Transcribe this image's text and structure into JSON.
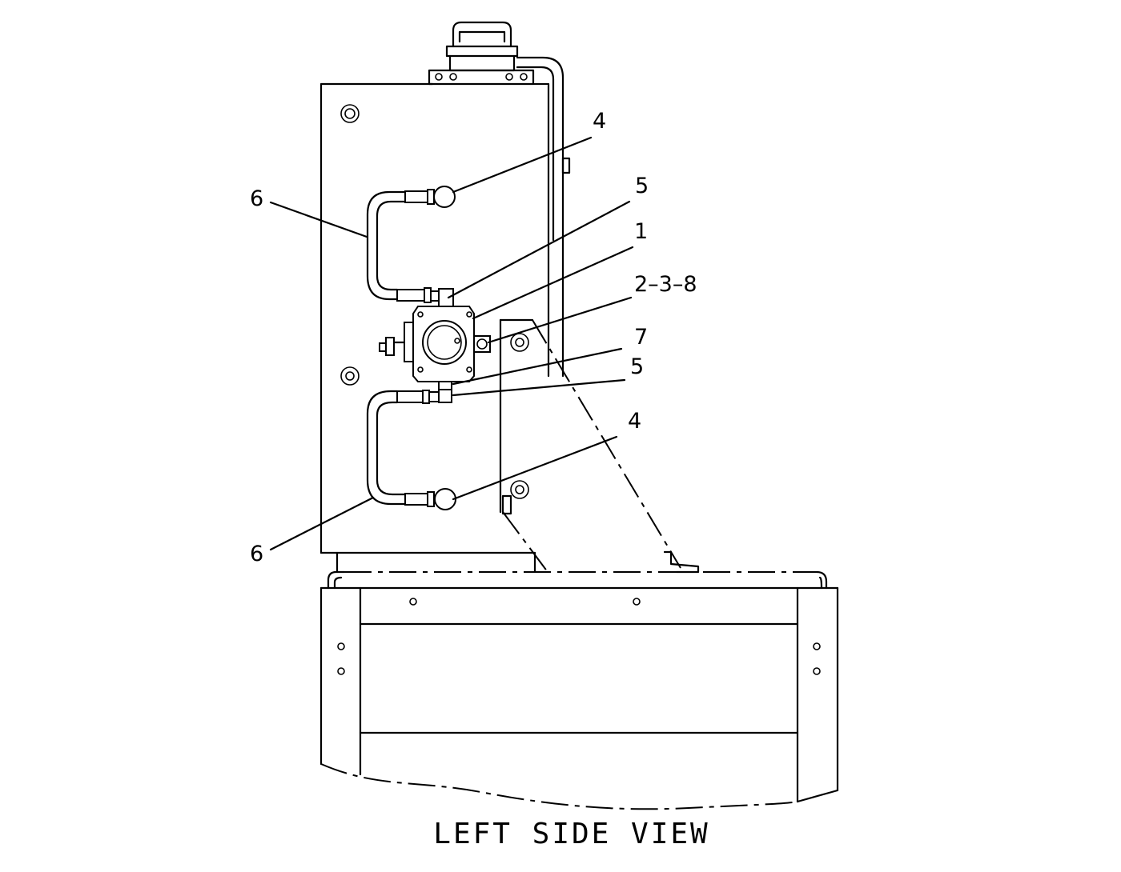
{
  "view_title": "LEFT SIDE VIEW",
  "callouts": [
    {
      "id": "4-top",
      "text": "4"
    },
    {
      "id": "5-top",
      "text": "5"
    },
    {
      "id": "1",
      "text": "1"
    },
    {
      "id": "2-3-8",
      "text": "2–3–8"
    },
    {
      "id": "7",
      "text": "7"
    },
    {
      "id": "5-bottom",
      "text": "5"
    },
    {
      "id": "4-bottom",
      "text": "4"
    },
    {
      "id": "6-top",
      "text": "6"
    },
    {
      "id": "6-bottom",
      "text": "6"
    }
  ]
}
